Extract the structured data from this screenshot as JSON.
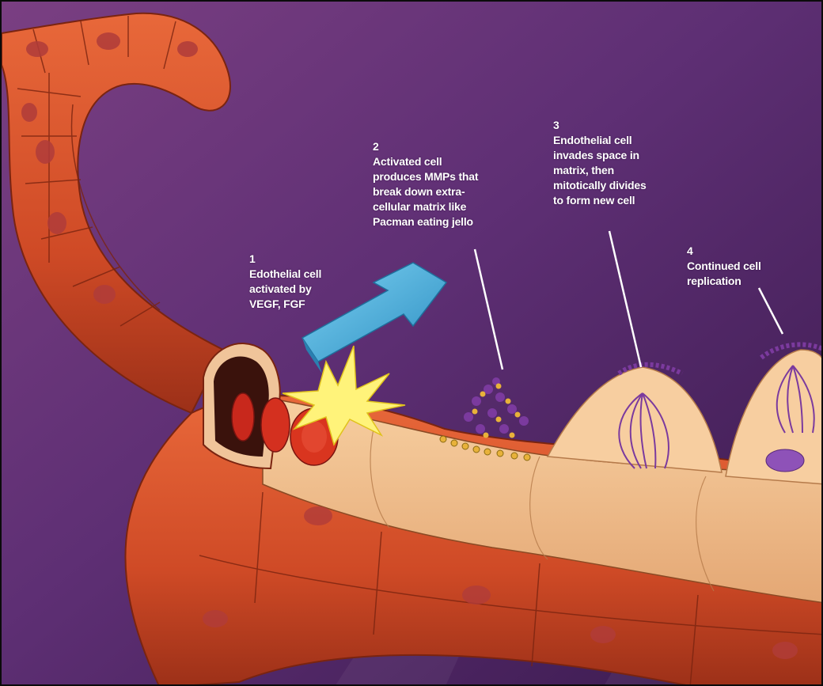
{
  "colors": {
    "background": "#5a2c6e",
    "vessel": "#d9502a",
    "vessel_dark": "#8e2a14",
    "nucleus": "#b03c3a",
    "new_cell": "#f5c79a",
    "mmp_purple": "#7b3a9e",
    "mmp_gold": "#e8b23a",
    "arrow": "#4fb3de",
    "starburst": "#fff37a",
    "label_text": "#ffffff"
  },
  "annotations": [
    {
      "number": "1",
      "lines": [
        "Edothelial cell",
        "activated by",
        "VEGF, FGF"
      ]
    },
    {
      "number": "2",
      "lines": [
        "Activated cell",
        "produces MMPs that",
        "break down extra-",
        "cellular matrix like",
        "Pacman eating jello"
      ]
    },
    {
      "number": "3",
      "lines": [
        "Endothelial cell",
        "invades space in",
        "matrix, then",
        "mitotically divides",
        "to form new cell"
      ]
    },
    {
      "number": "4",
      "lines": [
        "Continued cell",
        "replication"
      ]
    }
  ]
}
